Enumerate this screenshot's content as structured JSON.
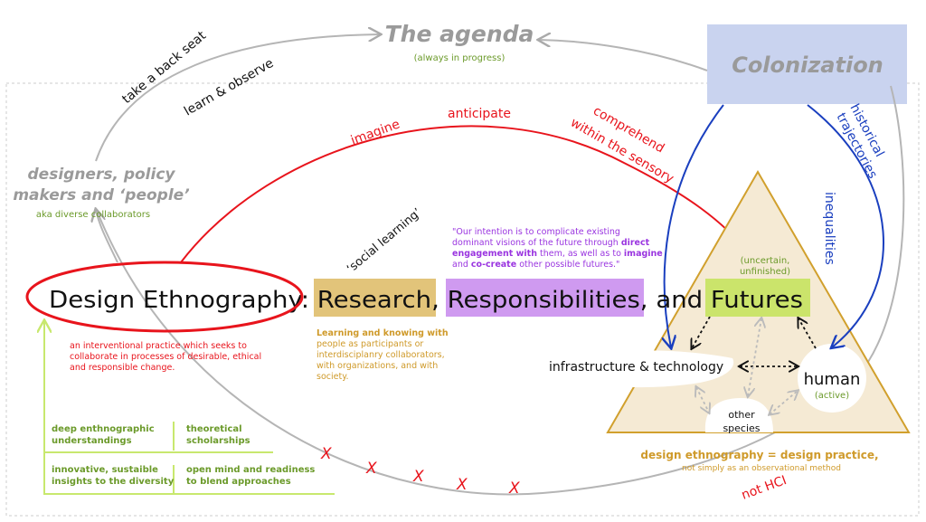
{
  "agenda": {
    "title": "The agenda",
    "subtitle": "(always in progress)"
  },
  "colonization": "Colonization",
  "left_arc": {
    "take": "take a back seat",
    "learn": "learn & observe"
  },
  "designers": {
    "line1": "designers, policy",
    "line2": "makers and ‘people’",
    "aka": "aka diverse collaborators"
  },
  "red_arc": {
    "imagine": "imagine",
    "anticipate": "anticipate",
    "comprehend1": "comprehend",
    "comprehend2": "within the sensory"
  },
  "blue_arcs": {
    "historical1": "historical",
    "historical2": "trajectories",
    "inequalities": "inequalities"
  },
  "social_learning": "‘social learning’",
  "quote": {
    "l1": "\"Our intention is to complicate existing",
    "l2a": "dominant visions of the future through ",
    "l2b": "direct",
    "l3a": "engagement with",
    "l3b": " them, as well as to ",
    "l3c": "imagine",
    "l4a": "and ",
    "l4b": "co-create",
    "l4c": " other possible futures.\""
  },
  "title": {
    "p1": "Design Ethnography: ",
    "research": "Research",
    "comma1": ",",
    "responsibilities": "Responsibilities",
    "and": ", and ",
    "futures": "Futures"
  },
  "uncertain": {
    "l1": "(uncertain,",
    "l2": "unfinished)"
  },
  "intervention": {
    "l1": "an interventional practice which seeks to",
    "l2": "collaborate in processes of desirable, ethical",
    "l3": "and responsible change."
  },
  "learning": {
    "l1": "Learning and knowing with",
    "l2": "people as participants or",
    "l3": "interdisciplanry collaborators,",
    "l4": "with organizations, and with",
    "l5": "society."
  },
  "grid": [
    {
      "l1": "deep enthnographic",
      "l2": "understandings"
    },
    {
      "l1": "theoretical",
      "l2": "scholarships"
    },
    {
      "l1": "innovative, sustaible",
      "l2": "insights to the diversity"
    },
    {
      "l1": "open mind and readiness",
      "l2": "to blend approaches"
    }
  ],
  "triangle": {
    "infra": "infrastructure & technology",
    "human": "human",
    "active": "(active)",
    "other1": "other",
    "other2": "species"
  },
  "footer": {
    "main": "design ethnography = design practice,",
    "sub": "not simply as an observational method",
    "not_hci": "not HCI"
  },
  "x_mark": "X"
}
